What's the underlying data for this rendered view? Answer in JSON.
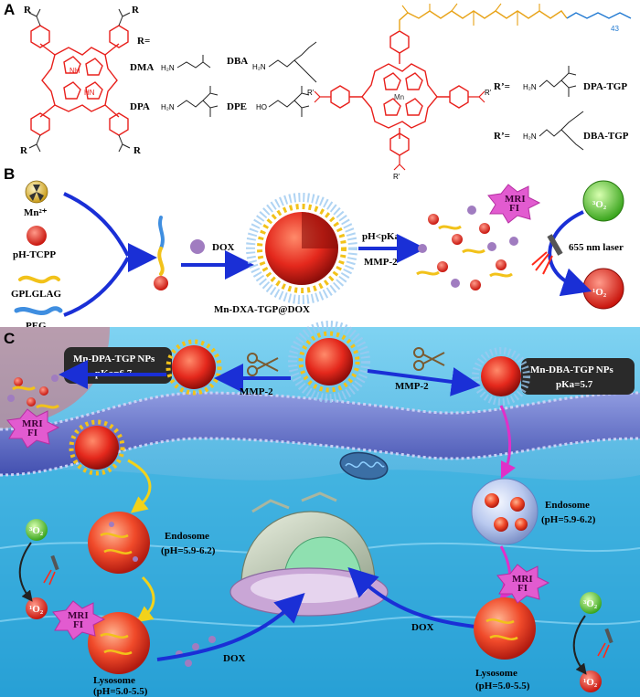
{
  "panel_a": {
    "letter": "A",
    "r_equals": "R=",
    "r_prime_dpa": "R’=",
    "r_prime_dba": "R’=",
    "dma": "DMA",
    "dba": "DBA",
    "dpa": "DPA",
    "dpe": "DPE",
    "dpa_tgp": "DPA-TGP",
    "dba_tgp": "DBA-TGP",
    "h2n": "H₂N",
    "ho": "HO",
    "nh": "NH",
    "hn": "HN",
    "mn": "Mn",
    "r": "R",
    "r_prime": "R'",
    "peg_subscript": "43"
  },
  "panel_b": {
    "letter": "B",
    "mn": "Mn²⁺",
    "tcpp": "pH-TCPP",
    "peptide": "GPLGLAG",
    "peg": "PEG",
    "dox": "DOX",
    "condition_ph": "pH<pKa",
    "condition_mmp": "MMP-2",
    "product": "Mn-DXA-TGP@DOX",
    "mri": "MRI",
    "fi": "FI",
    "triplet_oxygen": "³O₂",
    "singlet_oxygen": "¹O₂",
    "laser": "655 nm laser"
  },
  "panel_c": {
    "letter": "C",
    "dpa_box_title": "Mn-DPA-TGP NPs",
    "dpa_box_pka": "pKa=6.7",
    "dba_box_title": "Mn-DBA-TGP NPs",
    "dba_box_pka": "pKa=5.7",
    "mmp_left": "MMP-2",
    "mmp_right": "MMP-2",
    "mri_1": "MRI",
    "fi_1": "FI",
    "mri_2": "MRI",
    "fi_2": "FI",
    "mri_3": "MRI",
    "fi_3": "FI",
    "endosome_left": "Endosome",
    "endosome_left_ph": "(pH=5.9-6.2)",
    "endosome_right": "Endosome",
    "endosome_right_ph": "(pH=5.9-6.2)",
    "lysosome_left": "Lysosome",
    "lysosome_left_ph": "(pH=5.0-5.5)",
    "lysosome_right": "Lysosome",
    "lysosome_right_ph": "(pH=5.0-5.5)",
    "dox_left": "DOX",
    "dox_right": "DOX",
    "o2_3_left": "³O₂",
    "o2_1_left": "¹O₂",
    "o2_3_right": "³O₂",
    "o2_1_right": "¹O₂"
  },
  "colors": {
    "porphyrin_red": "#e8201c",
    "peptide_orange": "#e8a317",
    "peg_blue": "#1f78d1",
    "arrow_blue": "#1a2fd6",
    "arrow_magenta": "#e030c8",
    "arrow_yellow": "#f2e21a",
    "membrane_blue": "#5c6cc9",
    "water_blue": "#2aa6d9",
    "dox_purple": "#a07cc0"
  }
}
